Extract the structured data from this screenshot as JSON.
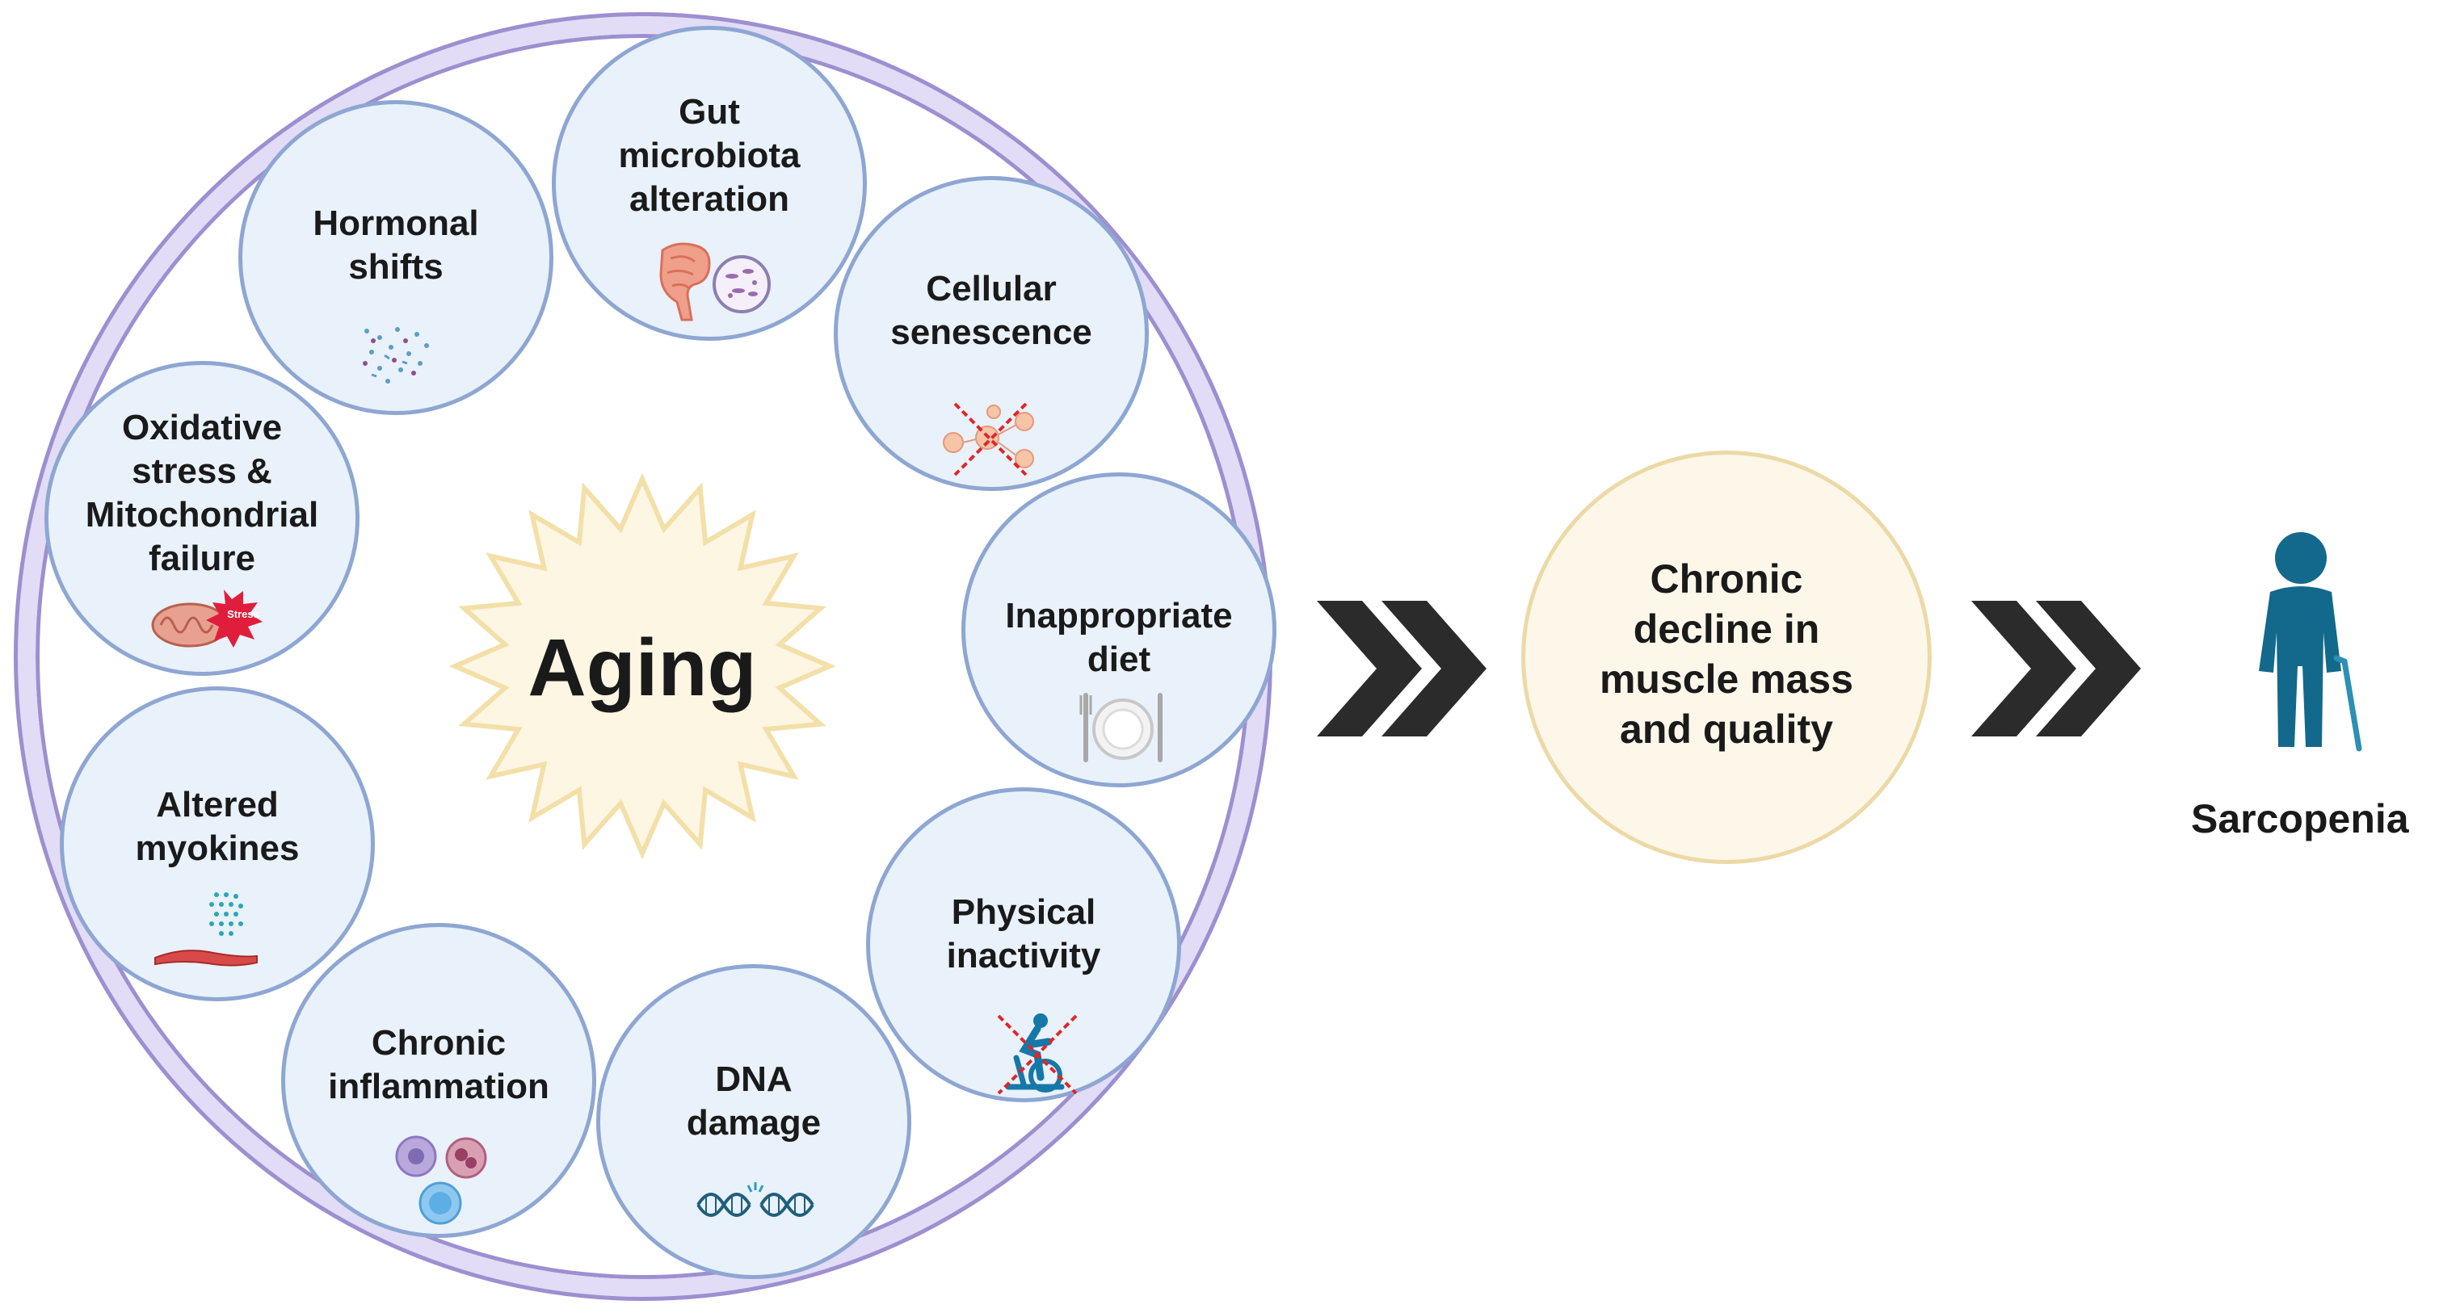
{
  "center_label": "Aging",
  "factors": [
    {
      "id": "hormonal",
      "label": "Hormonal\nshifts",
      "icon": "hormone-dots-icon"
    },
    {
      "id": "gut",
      "label": "Gut\nmicrobiota\nalteration",
      "icon": "intestine-microbes-icon"
    },
    {
      "id": "senescence",
      "label": "Cellular\nsenescence",
      "icon": "crossed-cells-icon"
    },
    {
      "id": "diet",
      "label": "Inappropriate\ndiet",
      "icon": "plate-cutlery-icon"
    },
    {
      "id": "inactivity",
      "label": "Physical\ninactivity",
      "icon": "crossed-cyclist-icon"
    },
    {
      "id": "dna",
      "label": "DNA\ndamage",
      "icon": "broken-dna-icon"
    },
    {
      "id": "inflammation",
      "label": "Chronic\ninflammation",
      "icon": "immune-cells-icon"
    },
    {
      "id": "myokines",
      "label": "Altered\nmyokines",
      "icon": "muscle-myokines-icon"
    },
    {
      "id": "oxidative",
      "label": "Oxidative\nstress &\nMitochondrial\nfailure",
      "icon": "mitochondria-stress-icon"
    }
  ],
  "stress_badge": "Stress",
  "outcome_label": "Chronic\ndecline in\nmuscle mass\nand quality",
  "result_label": "Sarcopenia",
  "colors": {
    "ring_fill": "#e3dcf6",
    "ring_border": "#9d8fd0",
    "node_fill": "#e9f1fb",
    "node_border": "#8ea6d2",
    "burst_fill": "#fcf6e3",
    "burst_stroke": "#f3e0a9",
    "outcome_fill": "#fcf7e9",
    "outcome_border": "#ecd9a6",
    "chevron": "#2b2b2b",
    "figure": "#12698b"
  }
}
